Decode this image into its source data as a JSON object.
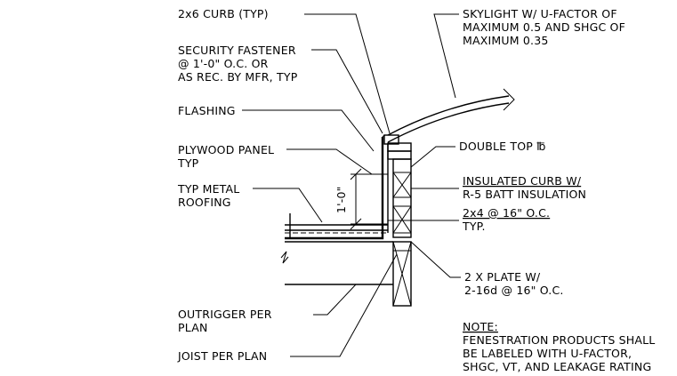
{
  "labels": {
    "curb": "2x6 CURB (TYP)",
    "skylight": [
      "SKYLIGHT W/ U-FACTOR OF",
      "MAXIMUM 0.5 AND SHGC OF",
      "MAXIMUM 0.35"
    ],
    "fastener": [
      "SECURITY FASTENER",
      "@ 1'-0\" O.C. OR",
      "AS REC. BY MFR, TYP"
    ],
    "flashing": "FLASHING",
    "plywood": [
      "PLYWOOD PANEL",
      "TYP"
    ],
    "double_top": "DOUBLE TOP ℔",
    "insulated_curb": [
      "INSULATED CURB W/",
      "R-5 BATT INSULATION"
    ],
    "metal_roofing": [
      "TYP METAL",
      "ROOFING"
    ],
    "stud": [
      "2x4 @ 16\" O.C.",
      "TYP."
    ],
    "dimension": "1'-0\"",
    "plate": [
      "2 X PLATE W/",
      "2-16d @ 16\" O.C."
    ],
    "outrigger": [
      "OUTRIGGER PER",
      "PLAN"
    ],
    "joist": "JOIST PER PLAN",
    "note": {
      "heading": "NOTE:",
      "lines": [
        "FENESTRATION PRODUCTS SHALL",
        "BE LABELED WITH U-FACTOR,",
        "SHGC, VT, AND LEAKAGE RATING"
      ]
    }
  }
}
